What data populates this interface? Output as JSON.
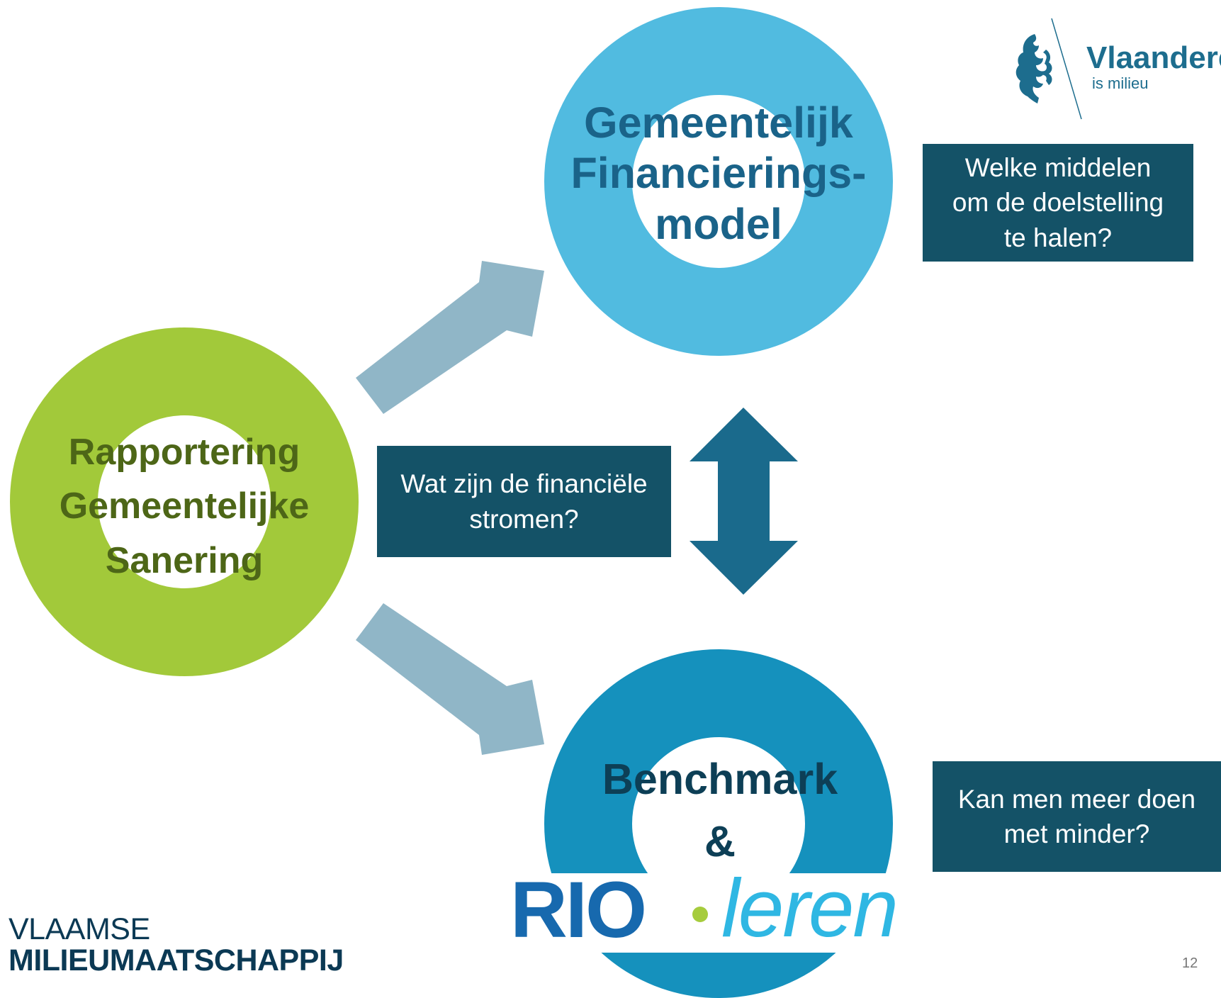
{
  "diagram": {
    "nodes": {
      "rapportering": {
        "lines": [
          "Rapportering",
          "Gemeentelijke",
          "Sanering"
        ],
        "ring_color": "#a2c93a",
        "text_color": "#4d6617"
      },
      "financieringsmodel": {
        "lines": [
          "Gemeentelijk",
          "Financierings-",
          "model"
        ],
        "ring_color": "#51bbe0",
        "text_color": "#1a6389"
      },
      "benchmark": {
        "lines": [
          "Benchmark",
          "&"
        ],
        "ring_color": "#1591bd",
        "text_color": "#0d3f56"
      }
    },
    "questions": {
      "middelen": "Welke middelen\nom de doelstelling\nte halen?",
      "stromen": "Wat zijn de financiële\nstromen?",
      "minder": "Kan men meer doen\nmet minder?"
    },
    "arrows": {
      "diagonal_color": "#90b6c7",
      "double_color": "#1a6a8c"
    }
  },
  "logos": {
    "vlaanderen": {
      "name": "Vlaanderen",
      "tagline": "is milieu",
      "icon": "lion-icon"
    },
    "vmm": {
      "line1": "VLAAMSE",
      "line2": "MILIEUMAATSCHAPPIJ"
    },
    "rio_leren": {
      "part1": "RIO",
      "part2": "leren"
    }
  },
  "page_number": "12",
  "colors": {
    "question_box": "#145267",
    "vlaanderen_blue": "#1d6d8e",
    "rio_dark": "#1769ae",
    "rio_light": "#2fb7e3",
    "rio_dot": "#a6cc3d"
  }
}
